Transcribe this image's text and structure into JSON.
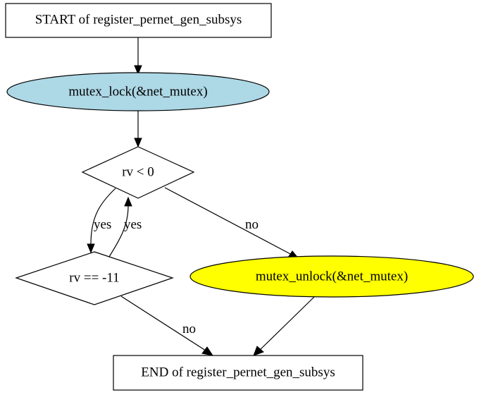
{
  "nodes": {
    "start": {
      "label": "START of register_pernet_gen_subsys",
      "shape": "box",
      "fill": "#ffffff"
    },
    "lock": {
      "label": "mutex_lock(&net_mutex)",
      "shape": "ellipse",
      "fill": "#add8e6"
    },
    "cond_rv_lt_0": {
      "label": "rv < 0",
      "shape": "diamond",
      "fill": "#ffffff"
    },
    "cond_rv_eq_11": {
      "label": "rv == -11",
      "shape": "diamond",
      "fill": "#ffffff"
    },
    "unlock": {
      "label": "mutex_unlock(&net_mutex)",
      "shape": "ellipse",
      "fill": "#ffff00"
    },
    "end": {
      "label": "END of register_pernet_gen_subsys",
      "shape": "box",
      "fill": "#ffffff"
    }
  },
  "edges": {
    "lt0_to_eq11": {
      "label": "yes"
    },
    "eq11_to_lt0": {
      "label": "yes"
    },
    "lt0_to_unlock": {
      "label": "no"
    },
    "eq11_to_end": {
      "label": "no"
    }
  },
  "colors": {
    "stroke": "#000000",
    "background": "#ffffff"
  }
}
